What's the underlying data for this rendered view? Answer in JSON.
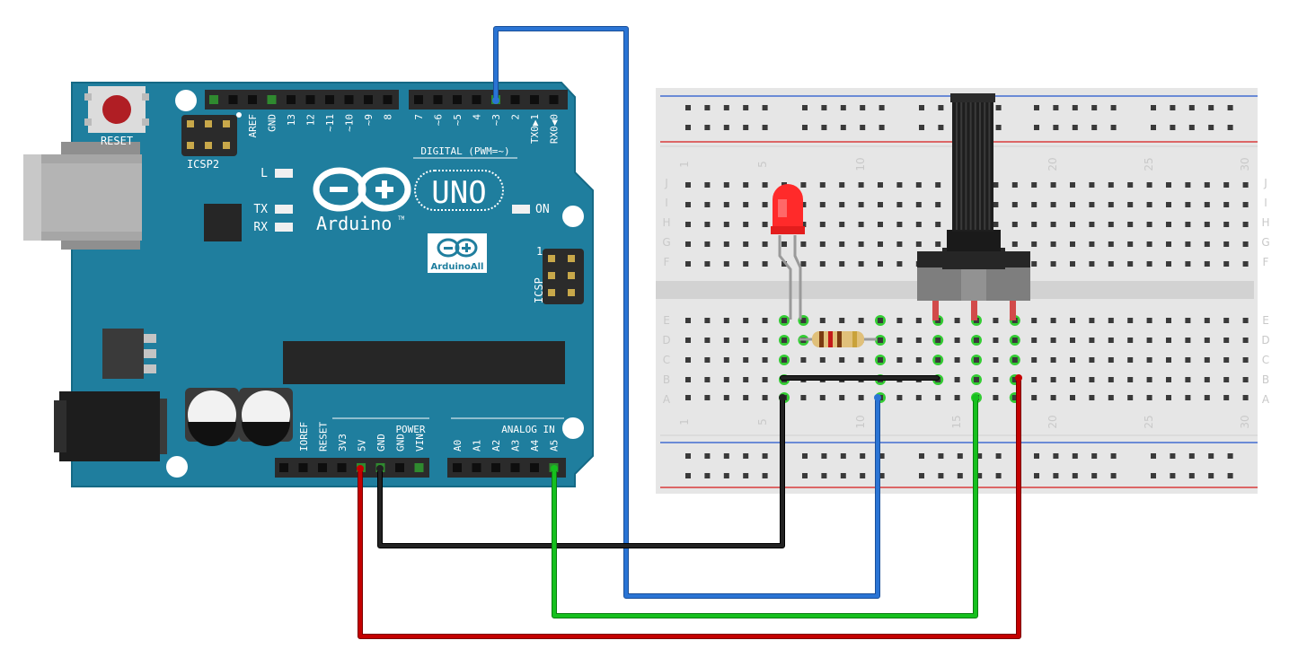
{
  "colors": {
    "board": "#1f7e9e",
    "board_edge": "#156985",
    "breadboard": "#e6e6e6",
    "hole": "#3a3a3a",
    "active_hole": "#33cc33",
    "rail_red": "#d61a1a",
    "rail_blue": "#2255cc",
    "wire_red": "#c40000",
    "wire_black": "#1a1a1a",
    "wire_green": "#16c01e",
    "wire_blue": "#2a74d4",
    "led": "#ff2a2a"
  },
  "arduino": {
    "reset_label": "RESET",
    "icsp2_label": "ICSP2",
    "icsp_label": "ICSP",
    "icsp_pin1": "1",
    "digital_label": "DIGITAL (PWM=~)",
    "power_label": "POWER",
    "analog_label": "ANALOG IN",
    "brand": "Arduino",
    "tm": "TM",
    "model": "UNO",
    "badge": "ArduinoAll",
    "led_l": "L",
    "led_tx": "TX",
    "led_rx": "RX",
    "led_on": "ON",
    "top_pins_left": [
      "AREF",
      "GND",
      "13",
      "12",
      "~11",
      "~10",
      "~9",
      "8"
    ],
    "top_pins_right": [
      "7",
      "~6",
      "~5",
      "4",
      "~3",
      "2",
      "TX0▶1",
      "RX0◀0"
    ],
    "power_pins": [
      "IOREF",
      "RESET",
      "3V3",
      "5V",
      "GND",
      "GND",
      "VIN"
    ],
    "analog_pins": [
      "A0",
      "A1",
      "A2",
      "A3",
      "A4",
      "A5"
    ]
  },
  "breadboard": {
    "row_letters_top": [
      "J",
      "I",
      "H",
      "G",
      "F"
    ],
    "row_letters_bottom": [
      "E",
      "D",
      "C",
      "B",
      "A"
    ],
    "column_numbers": [
      "1",
      "5",
      "10",
      "15",
      "20",
      "25",
      "30"
    ]
  },
  "components": {
    "led": "red-led",
    "resistor": "resistor",
    "potentiometer": "potentiometer"
  },
  "wires": [
    {
      "name": "pin3-to-led-resistor",
      "color": "blue"
    },
    {
      "name": "5v-to-pot",
      "color": "red"
    },
    {
      "name": "gnd-to-breadboard",
      "color": "black"
    },
    {
      "name": "a5-to-pot-wiper",
      "color": "green"
    }
  ]
}
